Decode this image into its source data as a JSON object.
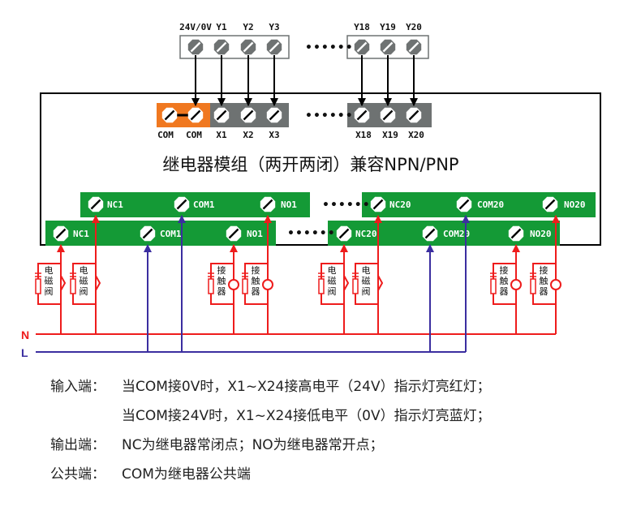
{
  "title": "继电器模组（两开两闭）兼容NPN/PNP",
  "ellipsis": "••••••",
  "plc_terminals": {
    "left": [
      "24V/0V",
      "Y1",
      "Y2",
      "Y3"
    ],
    "right": [
      "Y18",
      "Y19",
      "Y20"
    ]
  },
  "input_terminals": {
    "com": [
      "COM",
      "COM"
    ],
    "left": [
      "X1",
      "X2",
      "X3"
    ],
    "right": [
      "X18",
      "X19",
      "X20"
    ]
  },
  "relay_rows": {
    "back": {
      "left": [
        "NC1",
        "COM1",
        "NO1"
      ],
      "right": [
        "NC20",
        "COM20",
        "NO20"
      ]
    },
    "front": {
      "left": [
        "NC1",
        "COM1",
        "NO1"
      ],
      "right": [
        "NC20",
        "COM20",
        "NO20"
      ]
    }
  },
  "loads": {
    "solenoid": [
      "电",
      "磁",
      "阀"
    ],
    "contactor": [
      "接",
      "触",
      "器"
    ]
  },
  "power_lines": {
    "n": "N",
    "l": "L"
  },
  "colors": {
    "orange": "#f07820",
    "gray": "#6e7272",
    "green": "#149a36",
    "red": "#ee1c1c",
    "blue": "#3b2ea0",
    "black": "#000000"
  },
  "notes": [
    {
      "key": "输入端：",
      "text": "当COM接0V时，X1~X24接高电平（24V）指示灯亮红灯；"
    },
    {
      "key": "",
      "text": "当COM接24V时，X1~X24接低电平（0V）指示灯亮蓝灯；"
    },
    {
      "key": "输出端：",
      "text": "NC为继电器常闭点；NO为继电器常开点；"
    },
    {
      "key": "公共端：",
      "text": "COM为继电器公共端"
    }
  ]
}
